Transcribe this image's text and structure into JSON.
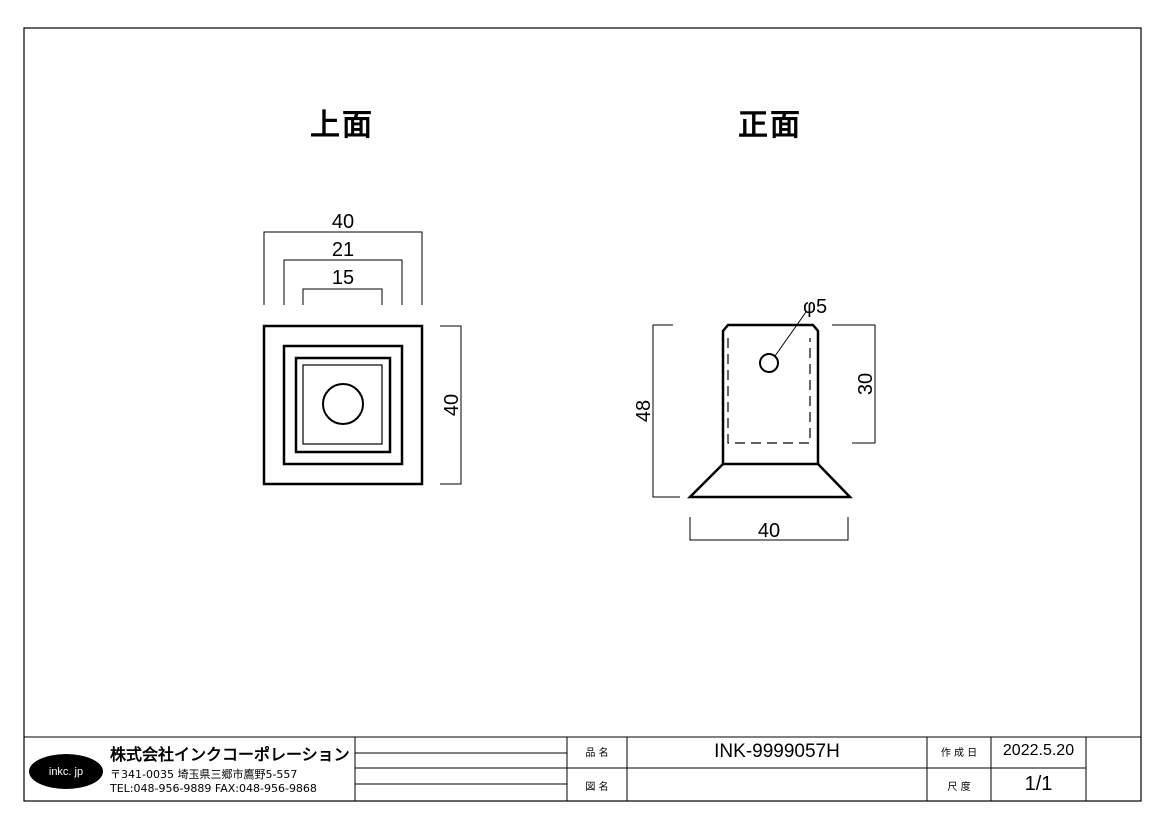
{
  "views": {
    "top": {
      "title": "上面"
    },
    "front": {
      "title": "正面"
    }
  },
  "dimensions": {
    "top_width_outer": "40",
    "top_width_mid": "21",
    "top_width_inner": "15",
    "top_height": "40",
    "front_height": "48",
    "front_slot_depth": "30",
    "front_base_width": "40",
    "hole_diameter": "φ5"
  },
  "title_block": {
    "logo_text": "inkc. jp",
    "company_name": "株式会社インクコーポレーション",
    "address": "〒341-0035 埼玉県三郷市鷹野5-557",
    "contact": "TEL:048-956-9889 FAX:048-956-9868",
    "part_no_label": "品 名",
    "part_no": "INK-9999057H",
    "drawing_name_label": "図 名",
    "drawing_name": "",
    "created_label": "作 成 日",
    "created_date": "2022.5.20",
    "scale_label": "尺 度",
    "scale": "1/1"
  }
}
